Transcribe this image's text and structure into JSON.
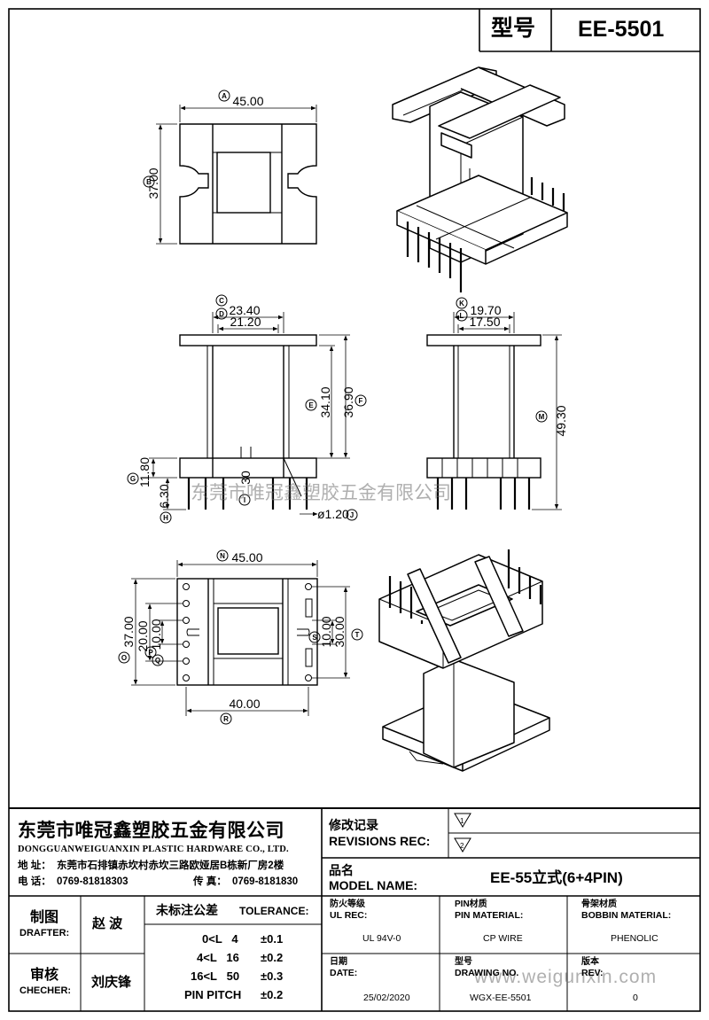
{
  "header": {
    "model_label": "型号",
    "model_value": "EE-5501"
  },
  "top_view": {
    "dim_a_value": "45.00",
    "dim_a_ref": "A",
    "dim_b_value": "37.00",
    "dim_b_ref": "B"
  },
  "front_view": {
    "dim_c_value": "23.40",
    "dim_c_ref": "C",
    "dim_d_value": "21.20",
    "dim_d_ref": "D",
    "dim_e_value": "34.10",
    "dim_e_ref": "E",
    "dim_f_value": "36.90",
    "dim_f_ref": "F",
    "dim_g_value": "11.80",
    "dim_g_ref": "G",
    "dim_h_value": "6.30",
    "dim_h_ref": "H",
    "dim_i_value": "30",
    "dim_i_ref": "I",
    "dim_j_value": "ø1.20",
    "dim_j_ref": "J"
  },
  "side_view": {
    "dim_k_value": "19.70",
    "dim_k_ref": "K",
    "dim_l_value": "17.50",
    "dim_l_ref": "L",
    "dim_m_value": "49.30",
    "dim_m_ref": "M"
  },
  "bottom_view": {
    "dim_n_value": "45.00",
    "dim_n_ref": "N",
    "dim_o_value": "37.00",
    "dim_o_ref": "O",
    "dim_p_value": "20.00",
    "dim_p_ref": "P",
    "dim_q_value": "10.00",
    "dim_q_ref": "Q",
    "dim_r_value": "40.00",
    "dim_r_ref": "R",
    "dim_s_value": "10.00",
    "dim_s_ref": "S",
    "dim_t_value": "30.00",
    "dim_t_ref": "T"
  },
  "watermarks": {
    "company": "东莞市唯冠鑫塑胶五金有限公司",
    "website": "www.weigunxin.com"
  },
  "title_block": {
    "company_cn": "东莞市唯冠鑫塑胶五金有限公司",
    "company_en": "DONGGUANWEIGUANXIN PLASTIC HARDWARE CO., LTD.",
    "address_label": "地  址：",
    "address": "东莞市石排镇赤坎村赤坎三路欧娅居B栋新厂房2楼",
    "phone_label": "电  话：",
    "phone": "0769-81818303",
    "fax_label": "传  真：",
    "fax": "0769-8181830",
    "revisions_cn": "修改记录",
    "revisions_en": "REVISIONS REC:",
    "rev1": "1",
    "rev2": "2",
    "model_name_cn": "品名",
    "model_name_en": "MODEL NAME:",
    "model_name_value": "EE-55立式(6+4PIN)",
    "drafter_cn": "制图",
    "drafter_en": "DRAFTER:",
    "drafter_name": "赵  波",
    "checker_cn": "审核",
    "checker_en": "CHECHER:",
    "checker_name": "刘庆锋",
    "tolerance_cn": "未标注公差",
    "tolerance_en": "TOLERANCE:",
    "tolerances": [
      {
        "range": "0<L   4",
        "value": "±0.1"
      },
      {
        "range": "4<L   16",
        "value": "±0.2"
      },
      {
        "range": "16<L   50",
        "value": "±0.3"
      },
      {
        "range": "PIN PITCH",
        "value": "±0.2"
      }
    ],
    "ul_cn": "防火等级",
    "ul_en": "UL REC:",
    "ul_value": "UL 94V-0",
    "pin_cn": "PIN材质",
    "pin_en": "PIN MATERIAL:",
    "pin_value": "CP WIRE",
    "bobbin_cn": "骨架材质",
    "bobbin_en": "BOBBIN MATERIAL:",
    "bobbin_value": "PHENOLIC",
    "date_cn": "日期",
    "date_en": "DATE:",
    "date_value": "25/02/2020",
    "drawing_cn": "型号",
    "drawing_en": "DRAWING NO.",
    "drawing_value": "WGX-EE-5501",
    "rev_cn": "版本",
    "rev_en": "REV:",
    "rev_value": "0"
  }
}
